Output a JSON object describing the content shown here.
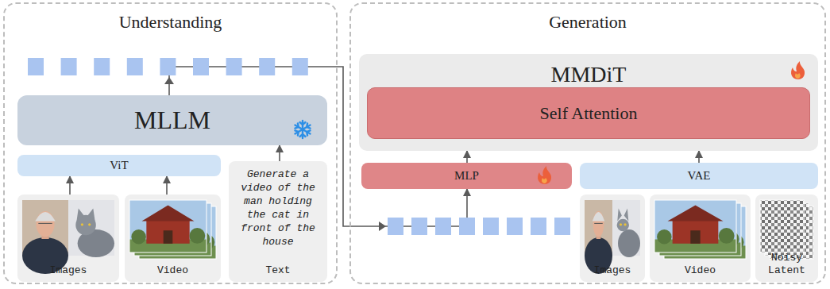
{
  "diagram": {
    "nodes": [
      {
        "text": [
          "Understanding"
        ]
      },
      {
        "text": [
          "MLLM"
        ],
        "in": 0
      },
      {
        "text": [
          "ViT"
        ],
        "in": 0
      },
      {
        "text": [
          "Images"
        ],
        "in": 0
      },
      {
        "text": [
          "Video"
        ],
        "in": 0
      },
      {
        "text": [
          "Generate a video of the man holding the cat in front of the house",
          "Text"
        ],
        "in": 0
      },
      {
        "text": [
          "Generation"
        ]
      },
      {
        "text": [
          "MMDiT"
        ],
        "in": 6
      },
      {
        "text": [
          "Self Attention"
        ],
        "in": 7
      },
      {
        "text": [
          "MLP"
        ],
        "in": 6
      },
      {
        "text": [
          "VAE"
        ],
        "in": 6
      },
      {
        "text": [
          "Images"
        ],
        "in": 6
      },
      {
        "text": [
          "Video"
        ],
        "in": 6
      },
      {
        "text": [
          "Noisy Latent"
        ],
        "in": 6
      }
    ],
    "edges": [
      {
        "from": 3,
        "to": 2,
        "arrow": "to"
      },
      {
        "from": 4,
        "to": 2,
        "arrow": "to"
      },
      {
        "from": 5,
        "to": 1,
        "arrow": "to"
      },
      {
        "from": 1,
        "to": 9,
        "arrow": "to"
      },
      {
        "from": 9,
        "to": 7,
        "arrow": "to"
      },
      {
        "from": 10,
        "to": 7,
        "arrow": "to"
      }
    ]
  }
}
